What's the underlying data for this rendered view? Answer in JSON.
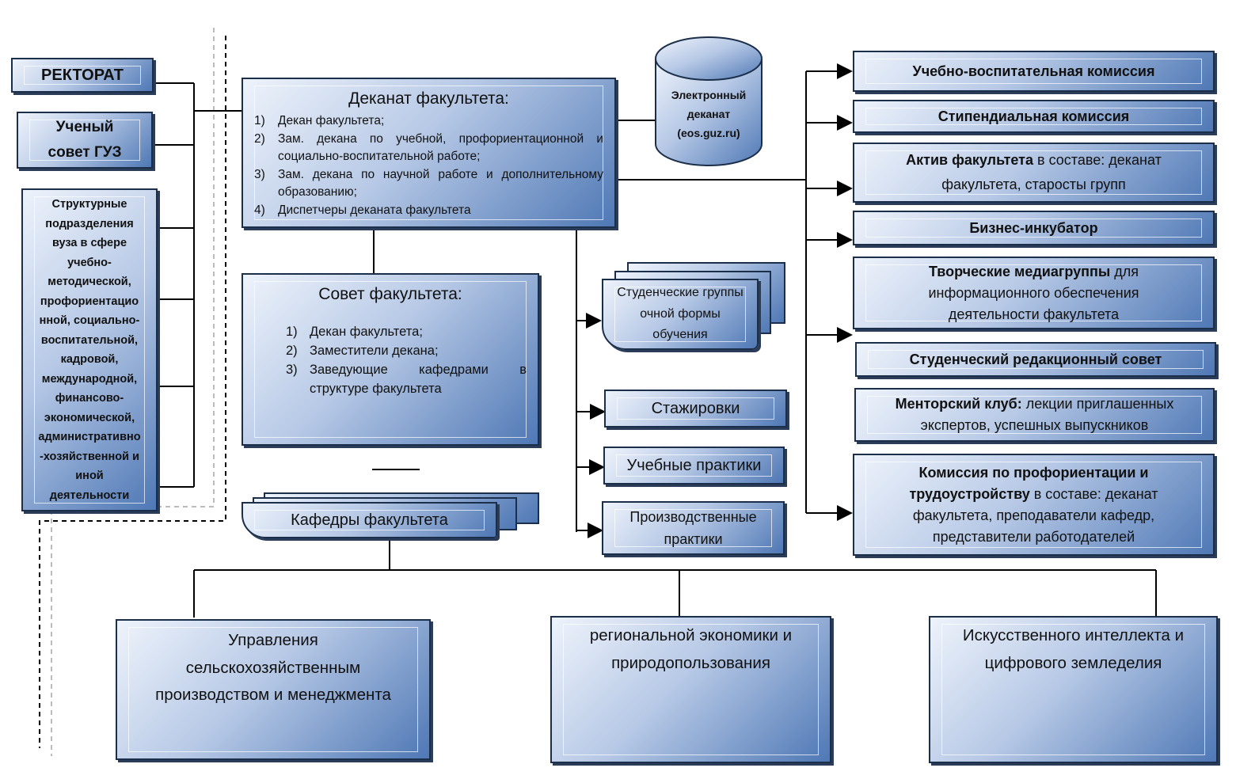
{
  "left": {
    "rektorat": "РЕКТОРАТ",
    "council_line1": "Ученый",
    "council_line2": "совет ГУЗ",
    "struct_lines": [
      "Структурные",
      "подразделения",
      "вуза в сфере",
      "учебно-",
      "методической,",
      "профориентацио",
      "нной, социально-",
      "воспитательной,",
      "кадровой,",
      "международной,",
      "финансово-",
      "экономической,",
      "административно",
      "-хозяйственной и",
      "иной",
      "деятельности"
    ]
  },
  "deanery": {
    "title": "Деканат факультета:",
    "items": [
      {
        "n": "1)",
        "text": "Декан факультета;"
      },
      {
        "n": "2)",
        "text": "Зам. декана по учебной, профориентационной и социально-воспитательной работе;"
      },
      {
        "n": "3)",
        "text": "Зам. декана по научной работе и дополнительному образованию;"
      },
      {
        "n": "4)",
        "text": "Диспетчеры деканата факультета"
      }
    ]
  },
  "e_deanery": {
    "line1": "Электронный",
    "line2": "деканат",
    "line3": "(eos.guz.ru)"
  },
  "faculty_council": {
    "title": "Совет факультета:",
    "items": [
      {
        "n": "1)",
        "text": "Декан факультета;"
      },
      {
        "n": "2)",
        "text": "Заместители декана;"
      },
      {
        "n": "3)",
        "text": "Заведующие кафедрами в структуре факультета"
      }
    ]
  },
  "middle": {
    "student_groups": "Студенческие группы очной формы обучения",
    "internships": "Стажировки",
    "study_practice": "Учебные практики",
    "prod_practice_line1": "Производственные",
    "prod_practice_line2": "практики"
  },
  "departments": {
    "title": "Кафедры факультета",
    "d1": [
      "Управления",
      "сельскохозяйственным",
      "производством и менеджмента"
    ],
    "d2": [
      "региональной экономики и",
      "природопользования"
    ],
    "d3": [
      "Искусственного интеллекта и",
      "цифрового земледелия"
    ]
  },
  "right": {
    "r1": "Учебно-воспитательная комиссия",
    "r2": "Стипендиальная комиссия",
    "r3_bold": "Актив факультета",
    "r3_rest": " в составе: деканат факультета, старосты групп",
    "r4": "Бизнес-инкубатор",
    "r5_bold": "Творческие медиагруппы",
    "r5_rest": " для информационного обеспечения деятельности факультета",
    "r6": "Студенческий редакционный совет",
    "r7_bold": "Менторский клуб:",
    "r7_rest": " лекции приглашенных экспертов, успешных выпускников",
    "r8_bold": "Комиссия по профориентации и трудоустройству",
    "r8_rest": " в составе: деканат факультета, преподаватели кафедр, представители работодателей"
  }
}
